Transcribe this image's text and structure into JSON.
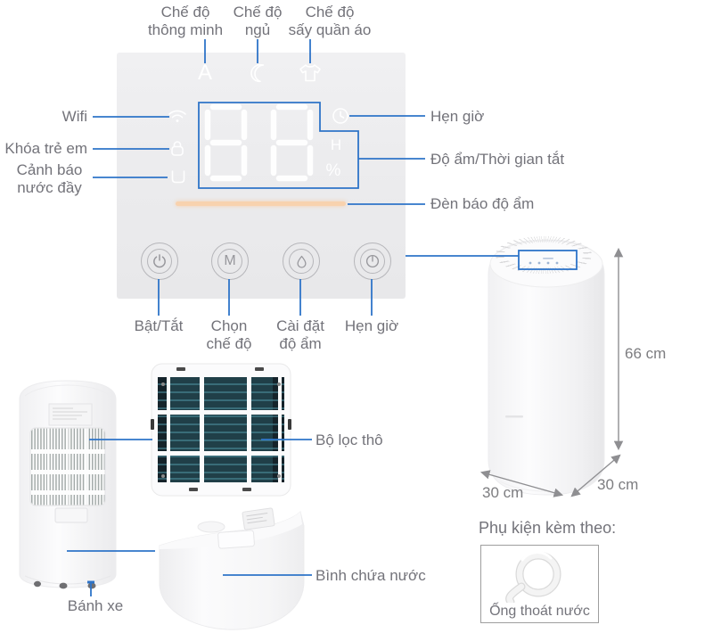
{
  "panel": {
    "top_labels": [
      "Chế độ\nthông minh",
      "Chế độ\nngủ",
      "Chế độ\nsấy quần áo"
    ],
    "left_labels": [
      "Wifi",
      "Khóa trẻ em",
      "Cảnh báo\nnước đầy"
    ],
    "right_labels": [
      "Hẹn giờ",
      "Độ ẩm/Thời gian tắt",
      "Đèn báo độ ẩm"
    ],
    "display": {
      "value": "88",
      "hour_unit": "H",
      "percent_unit": "%",
      "smart_glyph": "A",
      "mode_glyph": "M"
    },
    "button_labels": [
      "Bật/Tắt",
      "Chọn\nchế độ",
      "Cài đặt\nđộ ẩm",
      "Hẹn giờ"
    ]
  },
  "callouts": {
    "filter": "Bộ lọc thô",
    "tank": "Bình chứa nước",
    "wheels": "Bánh xe"
  },
  "dimensions": {
    "height": "66 cm",
    "width": "30 cm",
    "depth": "30 cm"
  },
  "accessory": {
    "heading": "Phụ kiện kèm theo:",
    "item": "Ống thoát nước"
  },
  "colors": {
    "accent_blue": "#2e74c8",
    "humidity_indicator": "#f8d2ae"
  }
}
